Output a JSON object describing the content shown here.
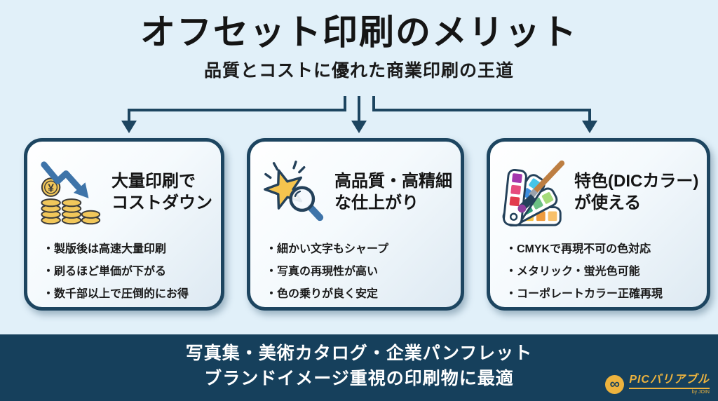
{
  "header": {
    "title": "オフセット印刷のメリット",
    "subtitle": "品質とコストに優れた商業印刷の王道"
  },
  "cards": [
    {
      "icon": "declining-arrow-coins-icon",
      "title_line1": "大量印刷で",
      "title_line2": "コストダウン",
      "bullets": [
        "・製版後は高速大量印刷",
        "・刷るほど単価が下がる",
        "・数千部以上で圧倒的にお得"
      ]
    },
    {
      "icon": "star-magnifier-icon",
      "title_line1": "高品質・高精細",
      "title_line2": "な仕上がり",
      "bullets": [
        "・細かい文字もシャープ",
        "・写真の再現性が高い",
        "・色の乗りが良く安定"
      ]
    },
    {
      "icon": "color-swatch-brush-icon",
      "title_line1": "特色(DICカラー)",
      "title_line2": "が使える",
      "bullets": [
        "・CMYKで再現不可の色対応",
        "・メタリック・蛍光色可能",
        "・コーポレートカラー正確再現"
      ]
    }
  ],
  "footer": {
    "line1": "写真集・美術カタログ・企業パンフレット",
    "line2": "ブランドイメージ重視の印刷物に最適"
  },
  "logo": {
    "mark_symbol": "∞",
    "name": "PICバリアブル",
    "byline": "by JOIN"
  },
  "colors": {
    "background": "#e1f0f9",
    "navy": "#16405c",
    "card_border": "#1d4560",
    "steel_blue": "#3e74a9",
    "gold": "#edb33e",
    "star_gold": "#f5c44e",
    "coin_gold": "#f1c75b",
    "text": "#151515",
    "white": "#ffffff"
  }
}
